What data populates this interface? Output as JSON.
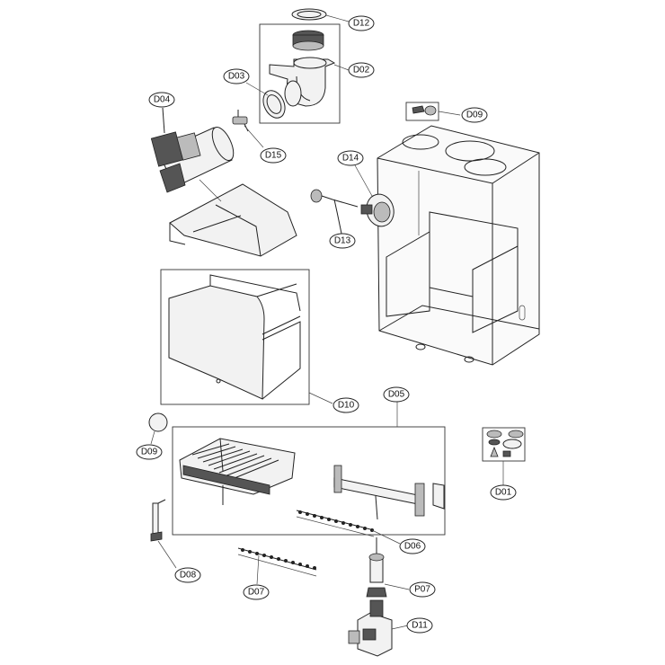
{
  "callouts": {
    "d12": "D12",
    "d02": "D02",
    "d03": "D03",
    "d04": "D04",
    "d15": "D15",
    "d09_top": "D09",
    "d14": "D14",
    "d13": "D13",
    "d10": "D10",
    "d05": "D05",
    "d09_left": "D09",
    "d01": "D01",
    "d06": "D06",
    "d08": "D08",
    "d07": "D07",
    "p07": "P07",
    "d11": "D11"
  }
}
